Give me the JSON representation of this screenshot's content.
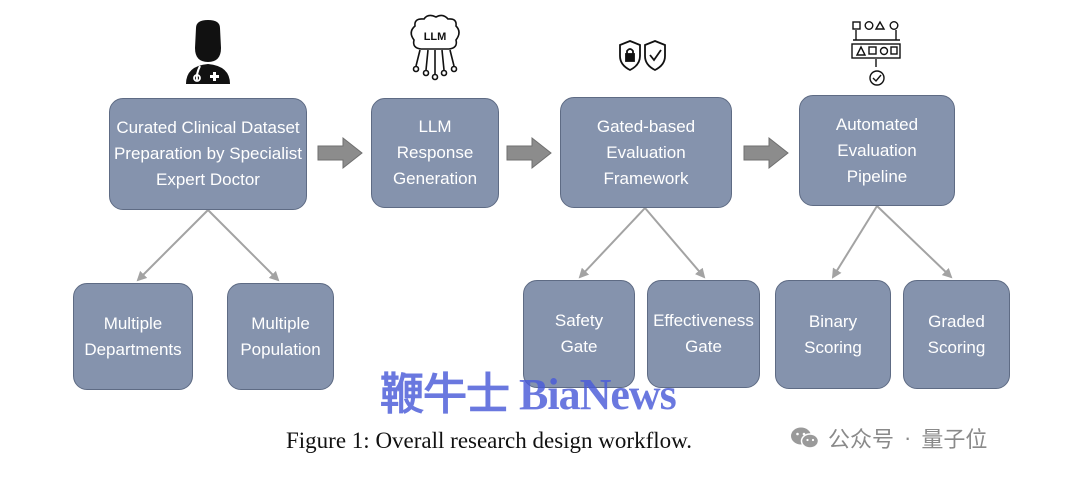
{
  "colors": {
    "box_fill": "#8593ad",
    "box_border": "#5e6b84",
    "arrow": "#8c8c8c",
    "connector": "#a3a3a3",
    "watermark": "#4a5bd9"
  },
  "icons": [
    "doctor-icon",
    "llm-brain-icon",
    "shield-gate-icons",
    "pipeline-flow-icon"
  ],
  "nodes": {
    "dataset": {
      "lines": [
        "Curated Clinical Dataset",
        "Preparation by Specialist",
        "Expert Doctor"
      ]
    },
    "llm": {
      "lines": [
        "LLM",
        "Response",
        "Generation"
      ]
    },
    "gated": {
      "lines": [
        "Gated-based",
        "Evaluation",
        "Framework"
      ]
    },
    "automated": {
      "lines": [
        "Automated",
        "Evaluation",
        "Pipeline"
      ]
    },
    "departments": {
      "lines": [
        "Multiple",
        "Departments"
      ]
    },
    "population": {
      "lines": [
        "Multiple",
        "Population"
      ]
    },
    "safety": {
      "lines": [
        "Safety",
        "Gate"
      ]
    },
    "effectiveness": {
      "lines": [
        "Effectiveness",
        "Gate"
      ]
    },
    "binary": {
      "lines": [
        "Binary",
        "Scoring"
      ]
    },
    "graded": {
      "lines": [
        "Graded",
        "Scoring"
      ]
    }
  },
  "icon_text": {
    "llm": "LLM"
  },
  "caption": "Figure 1: Overall research design workflow.",
  "watermark": "鞭牛士 BiaNews",
  "wechat": {
    "label": "公众号",
    "separator": "·",
    "account": "量子位"
  }
}
